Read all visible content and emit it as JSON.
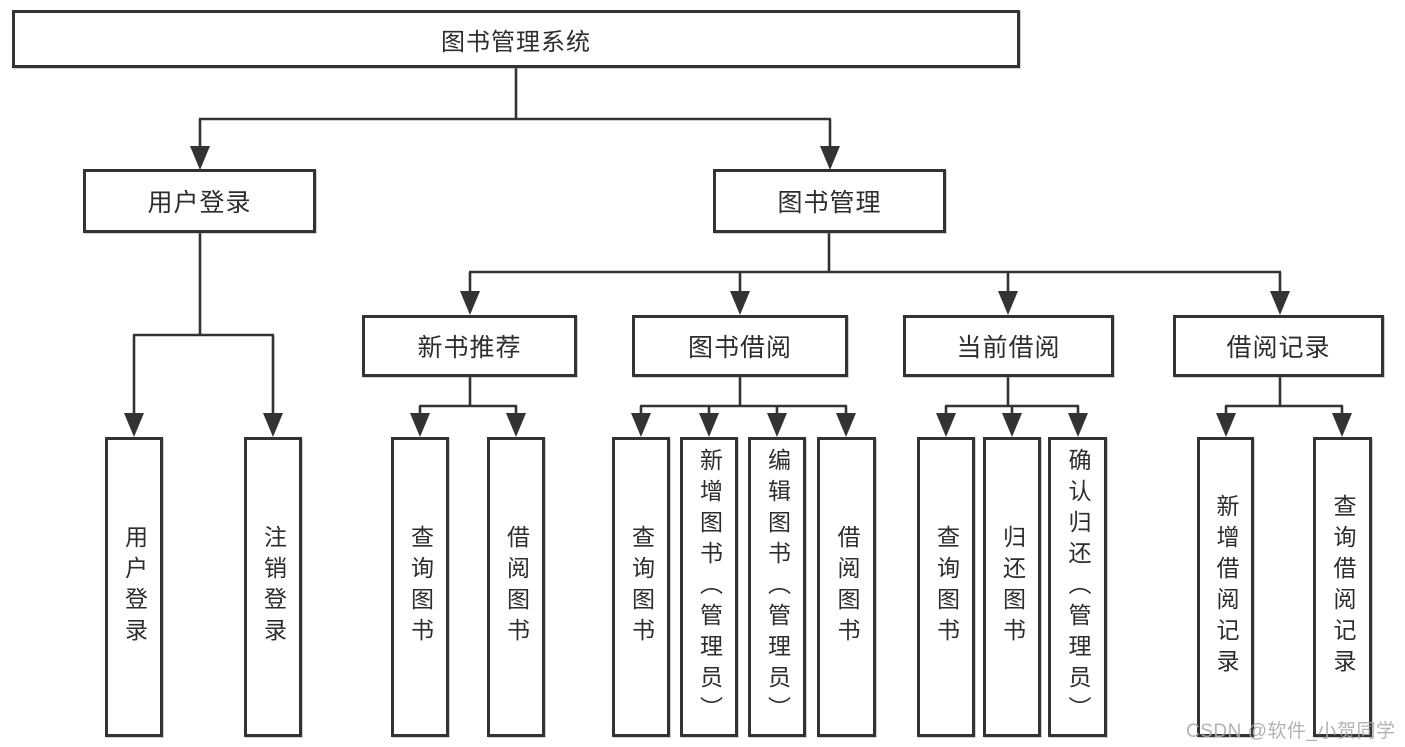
{
  "diagram": {
    "type": "tree-structure-chart",
    "colors": {
      "line": "#333333",
      "text": "#2d2d2d",
      "watermark": "#ababab",
      "background": "#ffffff"
    },
    "nodes": {
      "root": {
        "label": "图书管理系统"
      },
      "user_login": {
        "label": "用户登录"
      },
      "book_mgmt": {
        "label": "图书管理"
      },
      "new_book_rec": {
        "label": "新书推荐"
      },
      "book_borrow": {
        "label": "图书借阅"
      },
      "current_borrow": {
        "label": "当前借阅"
      },
      "borrow_records": {
        "label": "借阅记录"
      },
      "leaf_user_login": {
        "label": "用户登录"
      },
      "leaf_logout": {
        "label": "注销登录"
      },
      "leaf_query_book_1": {
        "label": "查询图书"
      },
      "leaf_borrow_book_1": {
        "label": "借阅图书"
      },
      "leaf_query_book_2": {
        "label": "查询图书"
      },
      "leaf_add_book_admin": {
        "label": "新增图书（管理员）"
      },
      "leaf_edit_book_admin": {
        "label": "编辑图书（管理员）"
      },
      "leaf_borrow_book_2": {
        "label": "借阅图书"
      },
      "leaf_query_book_3": {
        "label": "查询图书"
      },
      "leaf_return_book": {
        "label": "归还图书"
      },
      "leaf_confirm_return_admin": {
        "label": "确认归还（管理员）"
      },
      "leaf_add_borrow_record": {
        "label": "新增借阅记录"
      },
      "leaf_query_borrow_record": {
        "label": "查询借阅记录"
      }
    },
    "watermark": {
      "text": "CSDN @软件_小贺同学"
    }
  }
}
